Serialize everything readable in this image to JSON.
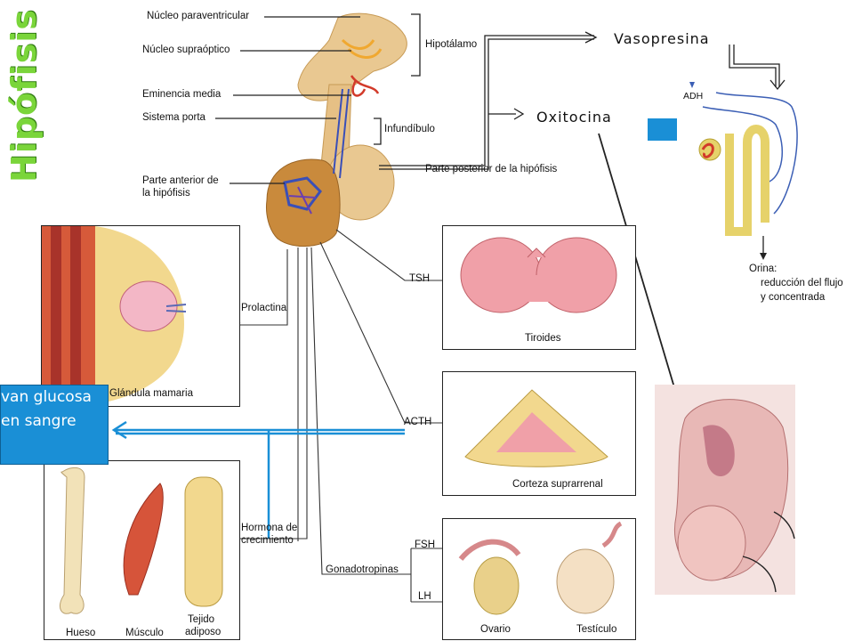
{
  "title": "Hipófisis",
  "labels": {
    "nucleo_paraventricular": "Núcleo paraventricular",
    "nucleo_supraoptico": "Núcleo supraóptico",
    "eminencia_media": "Eminencia media",
    "sistema_porta": "Sistema porta",
    "parte_anterior_1": "Parte anterior de",
    "parte_anterior_2": "la hipófisis",
    "hipotalamo": "Hipotálamo",
    "infundibulo": "Infundíbulo",
    "parte_posterior": "Parte posterior de la hipófisis",
    "prolactina": "Prolactina",
    "tsh": "TSH",
    "acth": "ACTH",
    "hormona_crecimiento_1": "Hormona de",
    "hormona_crecimiento_2": "crecimiento",
    "gonadotropinas": "Gonadotropinas",
    "fsh": "FSH",
    "lh": "LH",
    "adh": "ADH",
    "orina_1": "Orina:",
    "orina_2": "reducción del flujo",
    "orina_3": "y concentrada"
  },
  "hormones": {
    "vasopresina": "Vasopresina",
    "oxitocina": "Oxitocina"
  },
  "panels": {
    "glandula_mamaria": "Glándula mamaria",
    "tiroides": "Tiroides",
    "corteza_suprarrenal": "Corteza suprarrenal",
    "hueso": "Hueso",
    "musculo": "Músculo",
    "tejido_adiposo_1": "Tejido",
    "tejido_adiposo_2": "adiposo",
    "ovario": "Ovario",
    "testiculo": "Testículo"
  },
  "callout": {
    "line1": "van glucosa",
    "line2": "en sangre"
  },
  "colors": {
    "title_green": "#7ad53a",
    "callout_blue": "#1a8fd6",
    "tissue_tan": "#e9c891",
    "gland_orange": "#c98a3c"
  }
}
